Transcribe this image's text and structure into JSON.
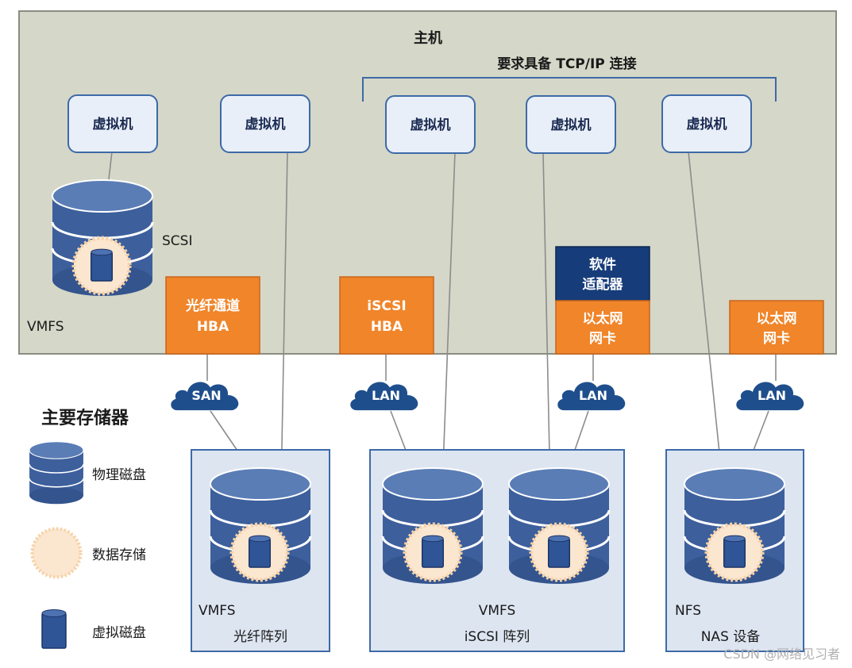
{
  "host": {
    "title": "主机",
    "requirement": "要求具备 TCP/IP 连接"
  },
  "vms": {
    "vm1": "虚拟机",
    "vm2": "虚拟机",
    "vm3": "虚拟机",
    "vm4": "虚拟机",
    "vm5": "虚拟机"
  },
  "labels": {
    "scsi": "SCSI",
    "host_vmfs": "VMFS"
  },
  "adapters": {
    "fc_hba": [
      "光纤通道",
      "HBA"
    ],
    "iscsi_hba": [
      "iSCSI",
      "HBA"
    ],
    "software_adapter": [
      "软件",
      "适配器"
    ],
    "nic_1": [
      "以太网",
      "网卡"
    ],
    "nic_2": [
      "以太网",
      "网卡"
    ]
  },
  "networks": {
    "san": "SAN",
    "lan1": "LAN",
    "lan2": "LAN",
    "lan3": "LAN"
  },
  "arrays": {
    "fc": {
      "fs": "VMFS",
      "name": "光纤阵列"
    },
    "iscsi": {
      "fs": "VMFS",
      "name": "iSCSI 阵列"
    },
    "nas": {
      "fs": "NFS",
      "name": "NAS 设备"
    }
  },
  "legend": {
    "title": "主要存储器",
    "physical_disk": "物理磁盘",
    "data_storage": "数据存储",
    "virtual_disk": "虚拟磁盘"
  },
  "watermark": "CSDN @网络见习者",
  "colors": {
    "host_bg": "#d5d7c8",
    "adapter_orange": "#f0852a",
    "adapter_navy": "#163c7a",
    "cloud_blue": "#1f4e8c",
    "disk_blue": "#3d5f9c",
    "array_bg": "#dde5f1",
    "vm_bg": "#e9eff8"
  }
}
